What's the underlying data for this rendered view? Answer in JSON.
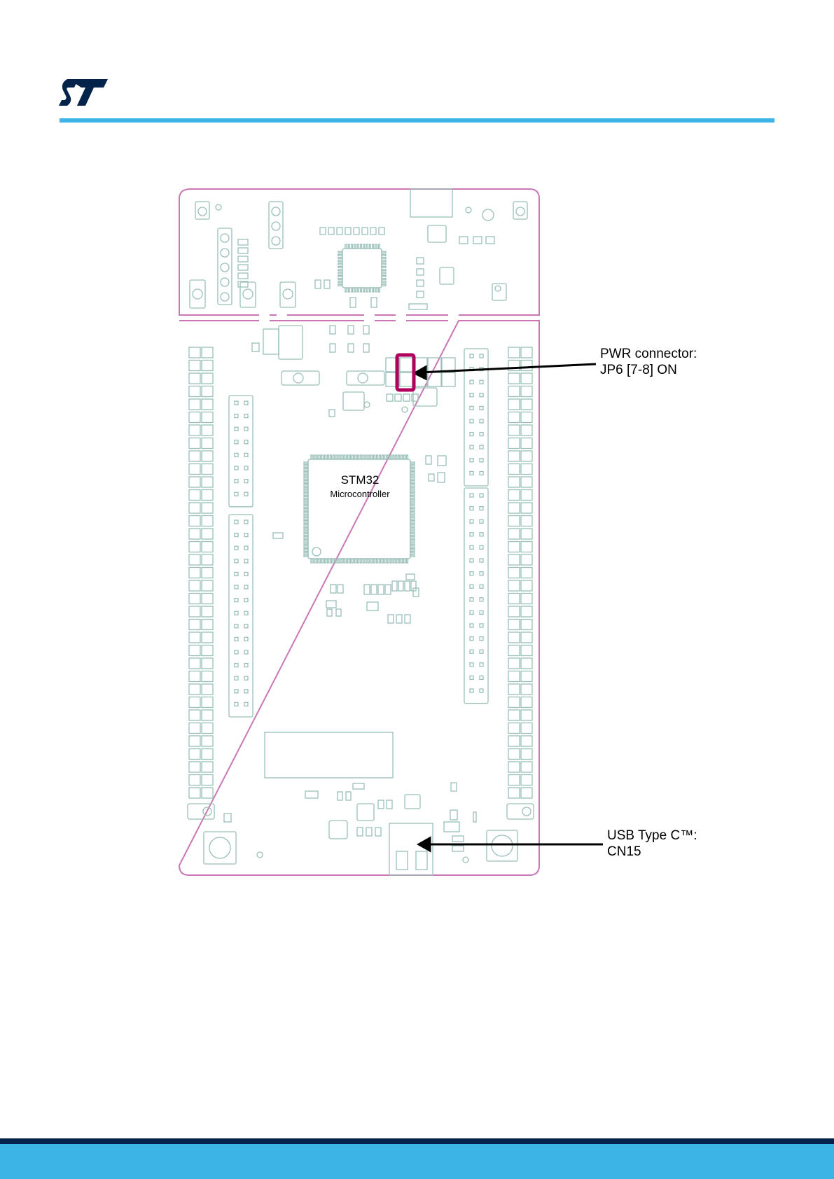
{
  "brand": {
    "logo": "ST",
    "accent_color": "#3CB4E6",
    "footer_color": "#03234B",
    "highlight_color": "#B0005E",
    "board_line_color": "#9ABFB8",
    "board_outline_color": "#C878B4"
  },
  "figure": {
    "mcu_label": "STM32",
    "mcu_sublabel": "Microcontroller",
    "callouts": [
      {
        "line1": "PWR connector:",
        "line2": "JP6 [7-8] ON"
      },
      {
        "line1": "USB Type C™:",
        "line2": "CN15"
      }
    ]
  }
}
